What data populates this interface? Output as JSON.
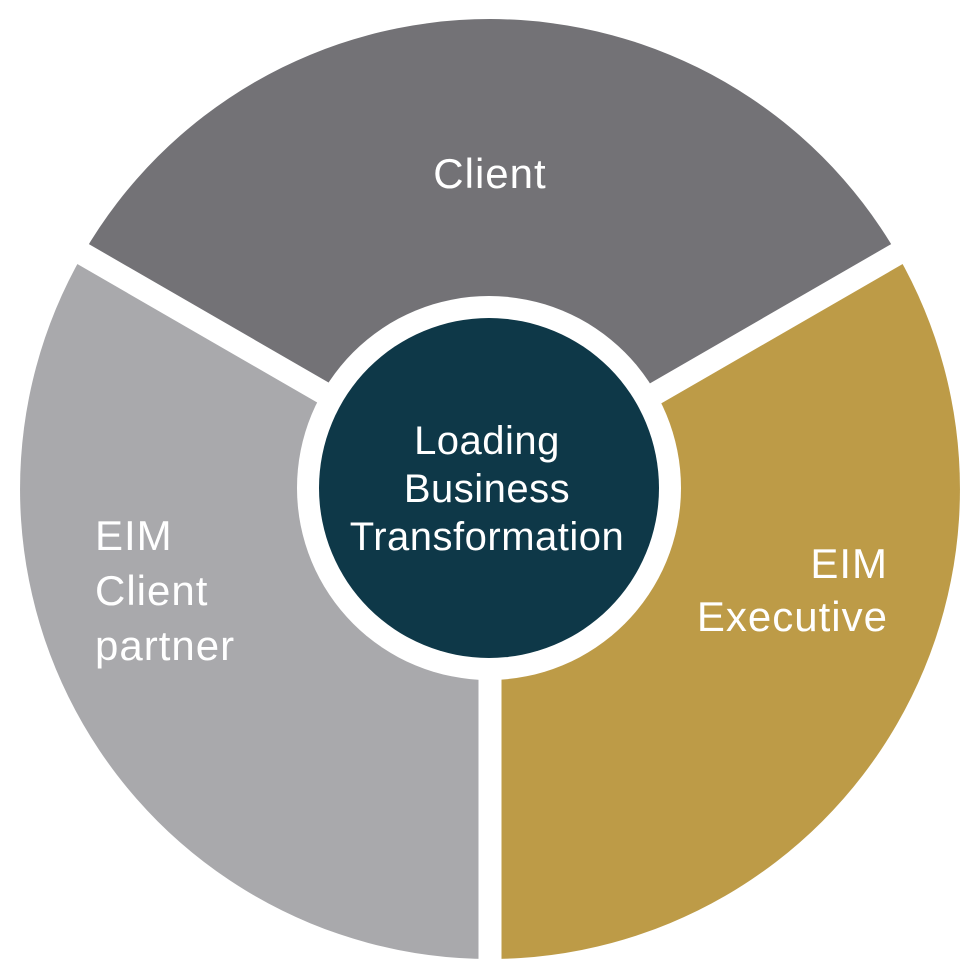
{
  "center": {
    "label": "Loading\nBusiness\nTransformation",
    "color": "#0e3848"
  },
  "segments": [
    {
      "name": "client",
      "label": "Client",
      "color": "#737276"
    },
    {
      "name": "eim-client-partner",
      "label": "EIM\nClient\npartner",
      "color": "#a9a9ac"
    },
    {
      "name": "eim-executive",
      "label": "EIM\nExecutive",
      "color": "#bd9b47"
    }
  ],
  "ring_color": "#ffffff",
  "text_color": "#ffffff"
}
